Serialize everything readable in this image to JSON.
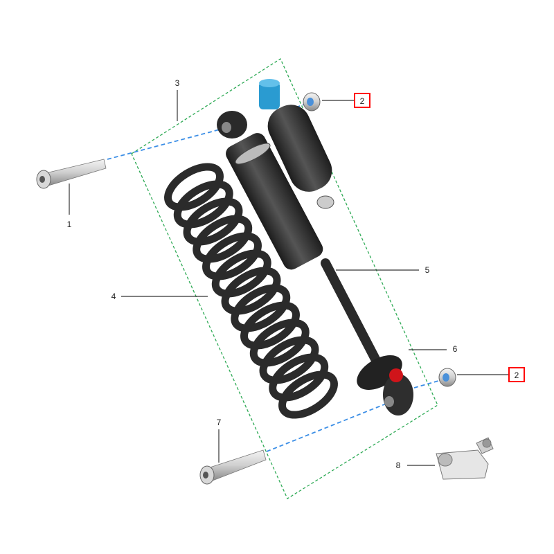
{
  "callouts": {
    "c1": "1",
    "c2a": "2",
    "c2b": "2",
    "c3": "3",
    "c4": "4",
    "c5": "5",
    "c6": "6",
    "c7": "7",
    "c8": "8"
  },
  "colors": {
    "highlight": "#ff0000",
    "assembly_outline": "#2eaa55",
    "axis_line": "#3b8ee6",
    "part_dark": "#2b2b2b",
    "reservoir_cap": "#2a9bd1",
    "adjuster_red": "#d0141a"
  }
}
